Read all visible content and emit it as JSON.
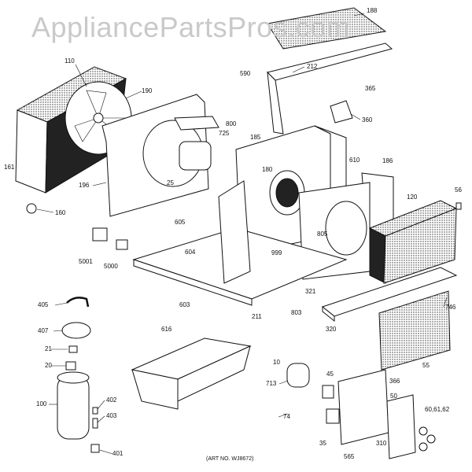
{
  "watermark": "AppliancePartsPros.com",
  "art_number": "(ART NO. WJ8672)",
  "labels": {
    "p110": "110",
    "p190": "190",
    "p161": "161",
    "p196": "196",
    "p160": "160",
    "p25": "25",
    "p725": "725",
    "p800": "800",
    "p185": "185",
    "p180": "180",
    "p610": "610",
    "p186": "186",
    "p120": "120",
    "p56": "56",
    "p188": "188",
    "p212": "212",
    "p590": "590",
    "p365": "365",
    "p360": "360",
    "p605": "605",
    "p604": "604",
    "p999": "999",
    "p5001": "5001",
    "p5000": "5000",
    "p603": "603",
    "p211": "211",
    "p803": "803",
    "p805": "805",
    "p321": "321",
    "p320": "320",
    "p746": "746",
    "p55": "55",
    "p405": "405",
    "p407": "407",
    "p21": "21",
    "p20": "20",
    "p100": "100",
    "p402": "402",
    "p403": "403",
    "p401": "401",
    "p616": "616",
    "p10": "10",
    "p713": "713",
    "p45": "45",
    "p366": "366",
    "p74": "74",
    "p50": "50",
    "p35": "35",
    "p565": "565",
    "p310": "310",
    "p606162": "60,61,62"
  }
}
